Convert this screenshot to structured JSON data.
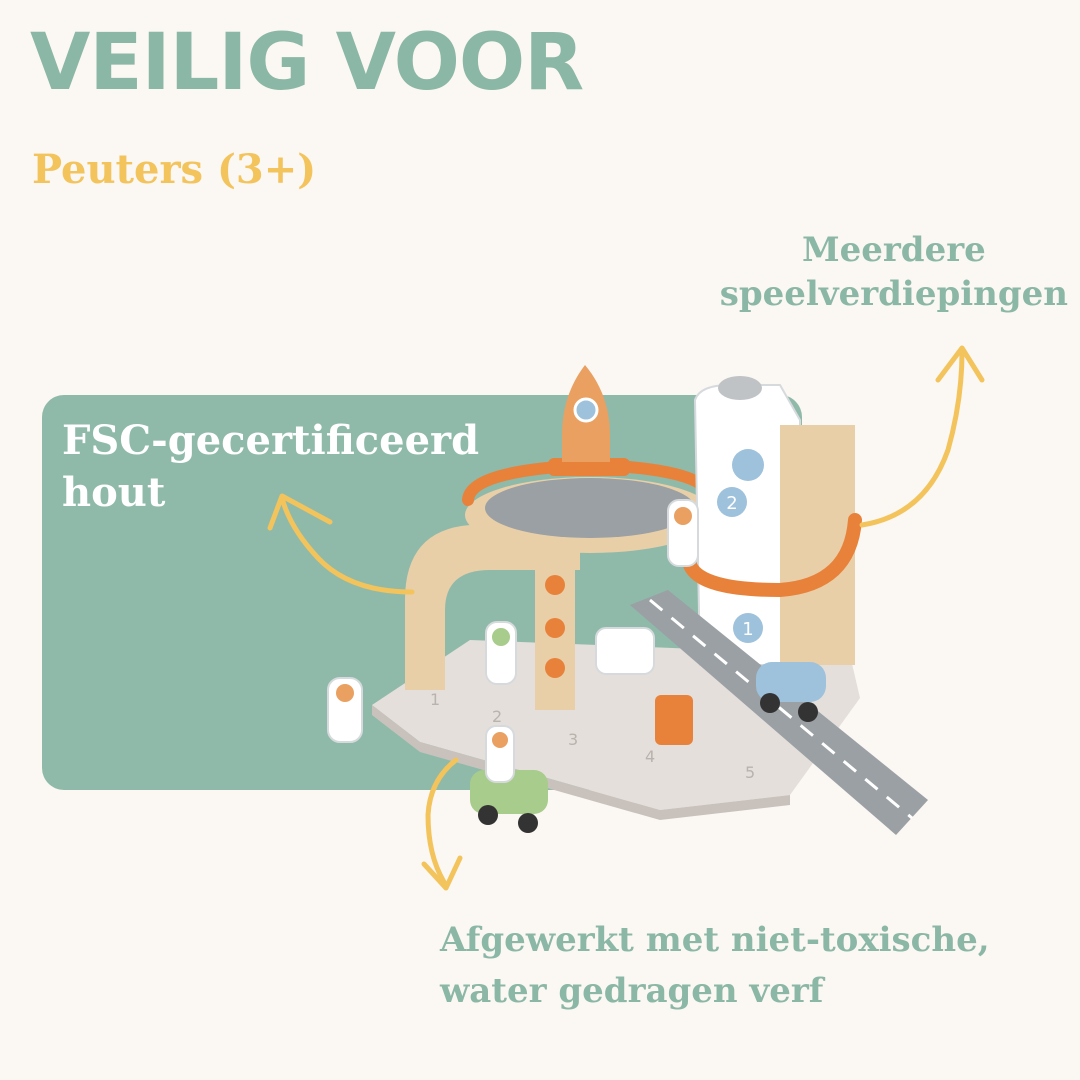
{
  "headline": "VEILIG VOOR",
  "subheadline": "Peuters (3+)",
  "features": {
    "fsc": {
      "line1": "FSC-gecertificeerd",
      "line2": "hout"
    },
    "floors": {
      "line1": "Meerdere",
      "line2": "speelverdiepingen"
    },
    "paint": {
      "line1": "Afgewerkt met niet-toxische,",
      "line2": "water gedragen verf"
    }
  },
  "product": {
    "level_labels": [
      "1",
      "2"
    ],
    "parking_numbers": [
      "1",
      "2",
      "3",
      "4",
      "5"
    ]
  },
  "colors": {
    "background": "#fbf7f3",
    "accent_green": "#8bb7a6",
    "panel_green": "#8fbaaa",
    "accent_yellow": "#f3c35c",
    "toy_orange": "#e8823a",
    "wood": "#e9cfa8"
  }
}
